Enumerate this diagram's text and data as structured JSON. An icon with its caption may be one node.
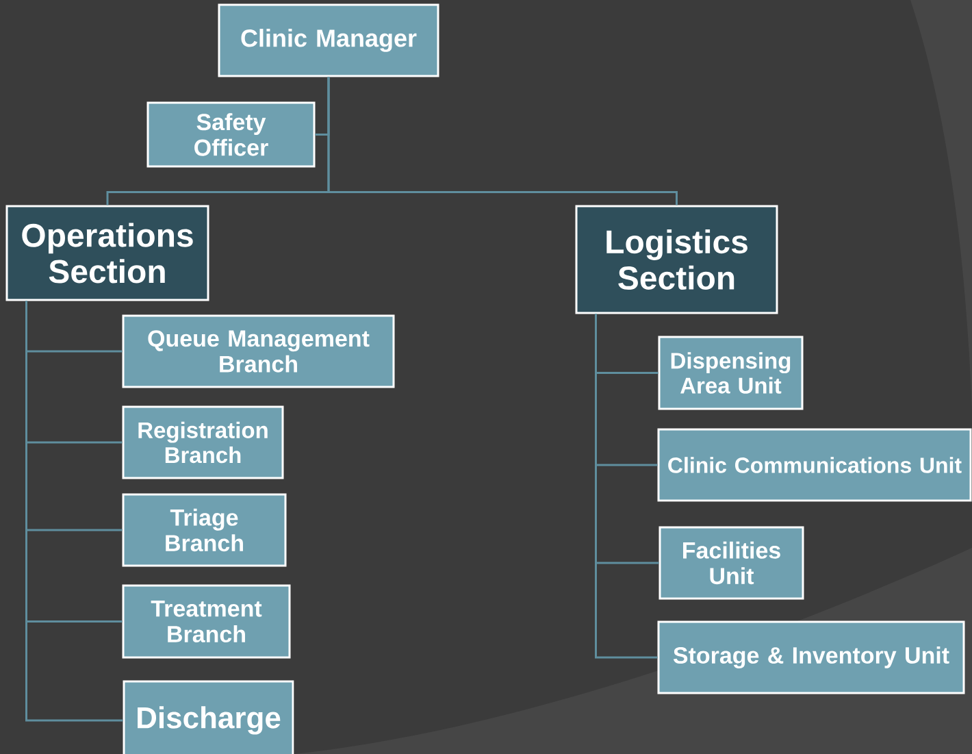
{
  "diagram": {
    "nodes": [
      {
        "text": [
          "Clinic Manager"
        ]
      },
      {
        "text": [
          "Safety Officer"
        ]
      },
      {
        "text": [
          "Operations Section"
        ]
      },
      {
        "text": [
          "Logistics Section"
        ]
      },
      {
        "text": [
          "Queue Management Branch"
        ]
      },
      {
        "text": [
          "Registration Branch"
        ]
      },
      {
        "text": [
          "Triage Branch"
        ]
      },
      {
        "text": [
          "Treatment Branch"
        ]
      },
      {
        "text": [
          "Discharge"
        ]
      },
      {
        "text": [
          "Dispensing Area Unit"
        ]
      },
      {
        "text": [
          "Clinic Communications Unit"
        ]
      },
      {
        "text": [
          "Facilities Unit"
        ]
      },
      {
        "text": [
          "Storage & Inventory Unit"
        ]
      }
    ],
    "edges": [
      {
        "from": 0,
        "to": 1,
        "arrow": "none"
      },
      {
        "from": 0,
        "to": 2,
        "arrow": "none"
      },
      {
        "from": 0,
        "to": 3,
        "arrow": "none"
      },
      {
        "from": 2,
        "to": 4,
        "arrow": "none"
      },
      {
        "from": 2,
        "to": 5,
        "arrow": "none"
      },
      {
        "from": 2,
        "to": 6,
        "arrow": "none"
      },
      {
        "from": 2,
        "to": 7,
        "arrow": "none"
      },
      {
        "from": 2,
        "to": 8,
        "arrow": "none"
      },
      {
        "from": 3,
        "to": 9,
        "arrow": "none"
      },
      {
        "from": 3,
        "to": 10,
        "arrow": "none"
      },
      {
        "from": 3,
        "to": 11,
        "arrow": "none"
      },
      {
        "from": 3,
        "to": 12,
        "arrow": "none"
      }
    ]
  }
}
